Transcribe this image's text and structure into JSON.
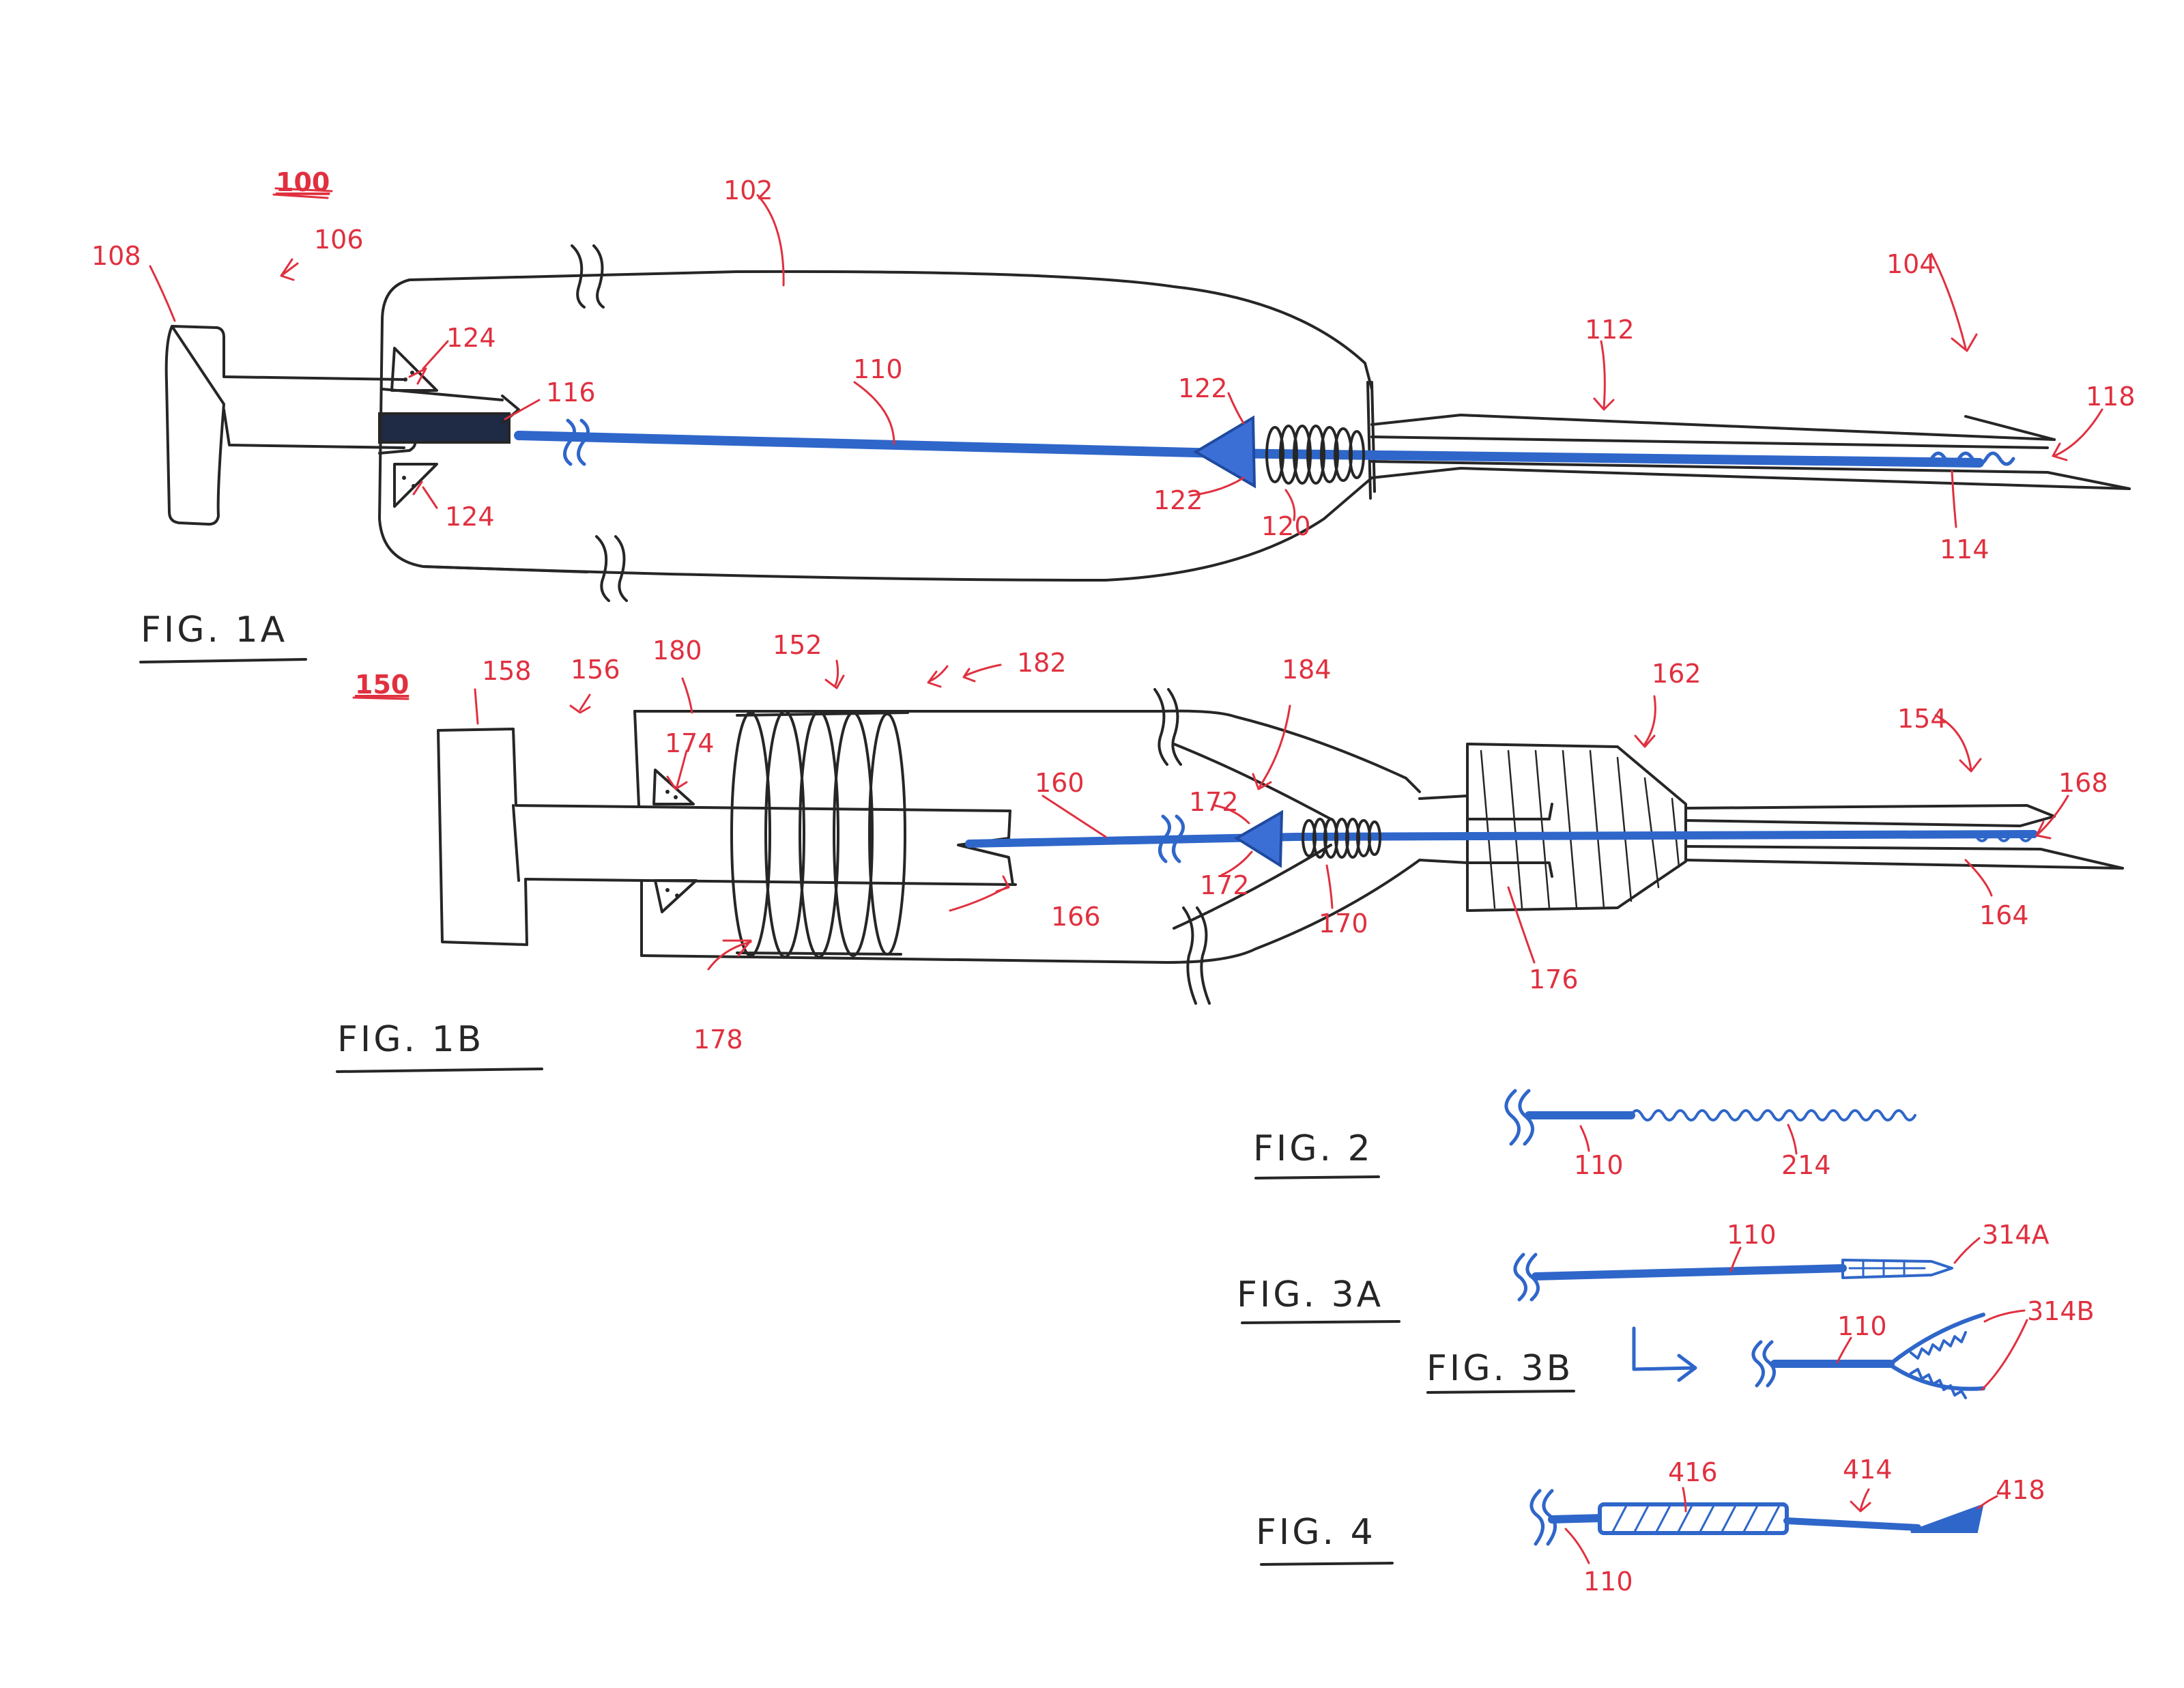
{
  "figures": {
    "fig1a": {
      "caption": "FIG. 1A",
      "labels": {
        "l100": "100",
        "l102": "102",
        "l104": "104",
        "l106": "106",
        "l108": "108",
        "l110": "110",
        "l112": "112",
        "l114": "114",
        "l116": "116",
        "l118": "118",
        "l120": "120",
        "l122a": "122",
        "l122b": "122",
        "l124a": "124",
        "l124b": "124"
      }
    },
    "fig1b": {
      "caption": "FIG. 1B",
      "labels": {
        "l150": "150",
        "l152": "152",
        "l154": "154",
        "l156": "156",
        "l158": "158",
        "l160": "160",
        "l162": "162",
        "l164": "164",
        "l166": "166",
        "l168": "168",
        "l170": "170",
        "l172a": "172",
        "l172b": "172",
        "l174": "174",
        "l176": "176",
        "l178": "178",
        "l180": "180",
        "l182": "182",
        "l184": "184"
      }
    },
    "fig2": {
      "caption": "FIG. 2",
      "labels": {
        "l110": "110",
        "l214": "214"
      }
    },
    "fig3a": {
      "caption": "FIG. 3A",
      "labels": {
        "l110": "110",
        "l314a": "314A"
      }
    },
    "fig3b": {
      "caption": "FIG. 3B",
      "labels": {
        "l110": "110",
        "l314b": "314B"
      }
    },
    "fig4": {
      "caption": "FIG. 4",
      "labels": {
        "l110": "110",
        "l414": "414",
        "l416": "416",
        "l418": "418"
      }
    }
  },
  "colors": {
    "ink": "#262626",
    "wire": "#2f66c9",
    "annotation": "#e0303f"
  }
}
